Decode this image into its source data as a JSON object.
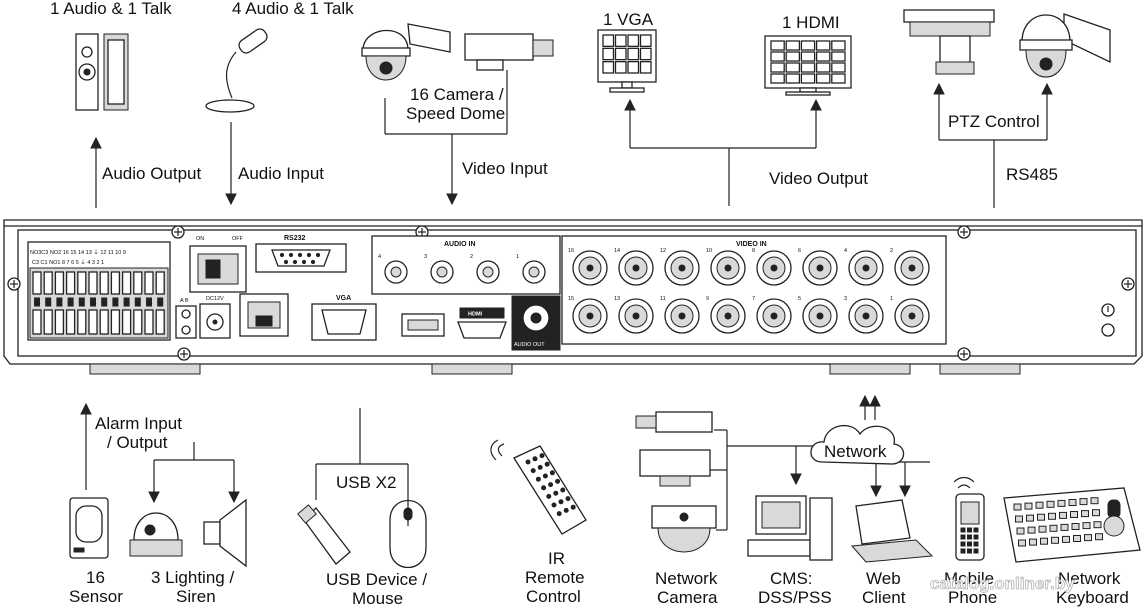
{
  "labels": {
    "audio_talk_1": "1 Audio  & 1 Talk",
    "audio_talk_4": "4 Audio & 1 Talk",
    "camera_line1": "16 Camera /",
    "camera_line2": "Speed Dome",
    "vga_top": "1 VGA",
    "hdmi_top": "1 HDMI",
    "audio_output": "Audio  Output",
    "audio_input": "Audio  Input",
    "video_input": "Video Input",
    "video_output": "Video Output",
    "ptz_control": "PTZ Control",
    "rs485": "RS485",
    "alarm_line1": "Alarm Input",
    "alarm_line2": "/ Output",
    "usb_x2": "USB X2",
    "network": "Network",
    "sensor_line1": "16",
    "sensor_line2": "Sensor",
    "lighting_line1": "3 Lighting /",
    "lighting_line2": "Siren",
    "usb_dev_line1": "USB Device /",
    "usb_dev_line2": "Mouse",
    "ir_line1": "IR",
    "ir_line2": "Remote",
    "ir_line3": "Control",
    "netcam_line1": "Network",
    "netcam_line2": "Camera",
    "cms_line1": "CMS:",
    "cms_line2": "DSS/PSS",
    "web_line1": "Web",
    "web_line2": "Client",
    "phone_line1": "Mobile",
    "phone_line2": "Phone",
    "keyboard_line1": "Network",
    "keyboard_line2": "Keyboard"
  },
  "panel": {
    "rs232": "RS232",
    "vga": "VGA",
    "audio_in": "AUDIO IN",
    "video_in": "VIDEO IN",
    "audio_out": "AUDIO OUT",
    "hdmi": "HDMI",
    "on": "ON",
    "off": "OFF",
    "dc12v": "DC12V",
    "ab": "A  B",
    "alarm_top": "NO3C3 NO2  16   15  14  13   ⏚   12   11   10   9",
    "alarm_bottom": "C3  C1  NO1  8    7    6    5   ⏚   4    3    2    1",
    "audio_channels": [
      "4",
      "3",
      "2",
      "1"
    ],
    "video_top": [
      "16",
      "14",
      "12",
      "10",
      "8",
      "6",
      "4",
      "2"
    ],
    "video_bottom": [
      "15",
      "13",
      "11",
      "9",
      "7",
      "5",
      "3",
      "1"
    ]
  },
  "watermark": "catalog.onliner.by"
}
